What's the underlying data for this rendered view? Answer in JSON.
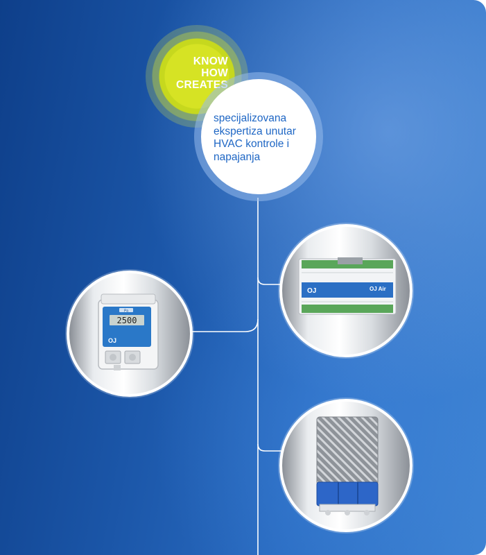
{
  "badge": {
    "lines": [
      "KNOW",
      "HOW",
      "CREATES"
    ]
  },
  "bubble": {
    "text": "specijalizovana ekspertiza unutar HVAC kontrole i napajanja"
  },
  "products": {
    "sensor": {
      "display_value": "2500",
      "header": "Pa"
    },
    "controller": {
      "brand": "OJ Air"
    }
  },
  "colors": {
    "accent_green": "#d6e324",
    "text_blue": "#1e66c4",
    "background_blue": "#1b56a8"
  }
}
